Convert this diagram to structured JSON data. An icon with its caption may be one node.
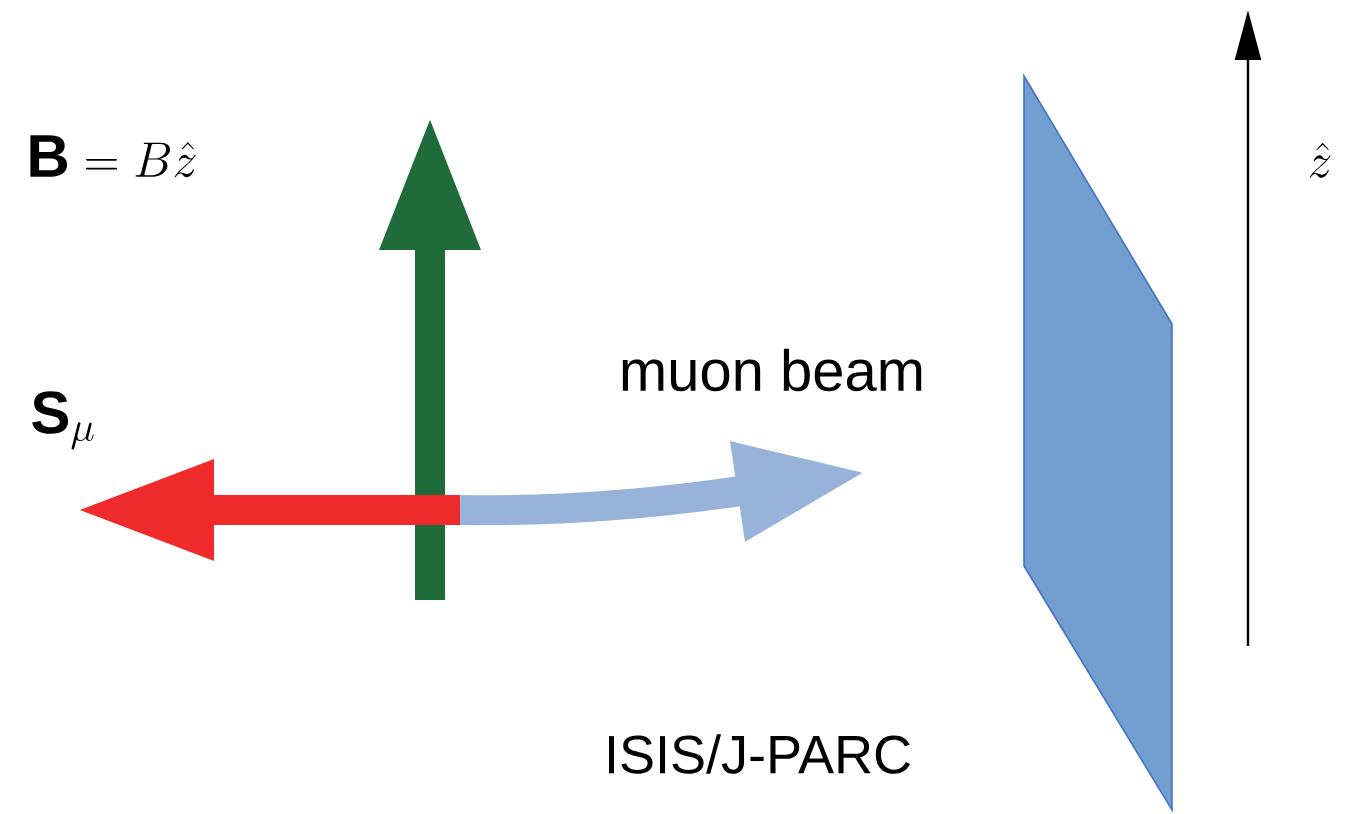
{
  "diagram": {
    "labels": [
      "\\mathbf{B} = B\\hat{z}",
      "muon beam",
      "\\mathbf{S}_\\mu",
      "ISIS/J-PARC",
      "\\hat{z}"
    ]
  }
}
